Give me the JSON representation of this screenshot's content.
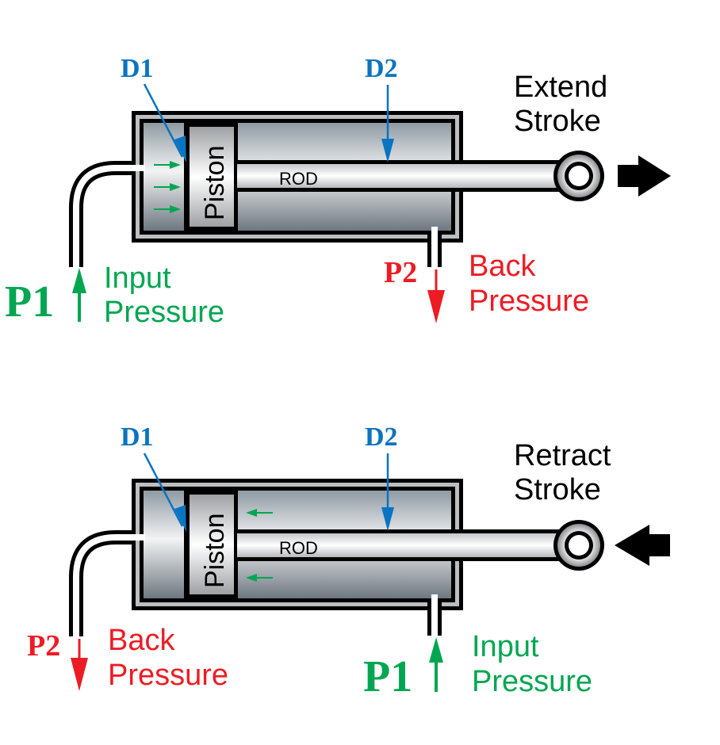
{
  "colors": {
    "dimension": "#0a74c0",
    "input_pressure": "#00a651",
    "back_pressure": "#ed1c24",
    "outline": "#000000",
    "wall": "#bcbec0"
  },
  "extend": {
    "d1_label": "D1",
    "d2_label": "D2",
    "piston_label": "Piston",
    "rod_label": "ROD",
    "stroke_title_line1": "Extend",
    "stroke_title_line2": "Stroke",
    "stroke_direction": "right",
    "input": {
      "symbol": "P1",
      "line1": "Input",
      "line2": "Pressure",
      "port": "cap-end"
    },
    "back": {
      "symbol": "P2",
      "line1": "Back",
      "line2": "Pressure",
      "port": "rod-end"
    },
    "flow_arrows": {
      "side": "cap-chamber",
      "direction": "right",
      "count": 3
    }
  },
  "retract": {
    "d1_label": "D1",
    "d2_label": "D2",
    "piston_label": "Piston",
    "rod_label": "ROD",
    "stroke_title_line1": "Retract",
    "stroke_title_line2": "Stroke",
    "stroke_direction": "left",
    "input": {
      "symbol": "P1",
      "line1": "Input",
      "line2": "Pressure",
      "port": "rod-end"
    },
    "back": {
      "symbol": "P2",
      "line1": "Back",
      "line2": "Pressure",
      "port": "cap-end"
    },
    "flow_arrows": {
      "side": "rod-chamber",
      "direction": "left",
      "count": 2
    }
  }
}
